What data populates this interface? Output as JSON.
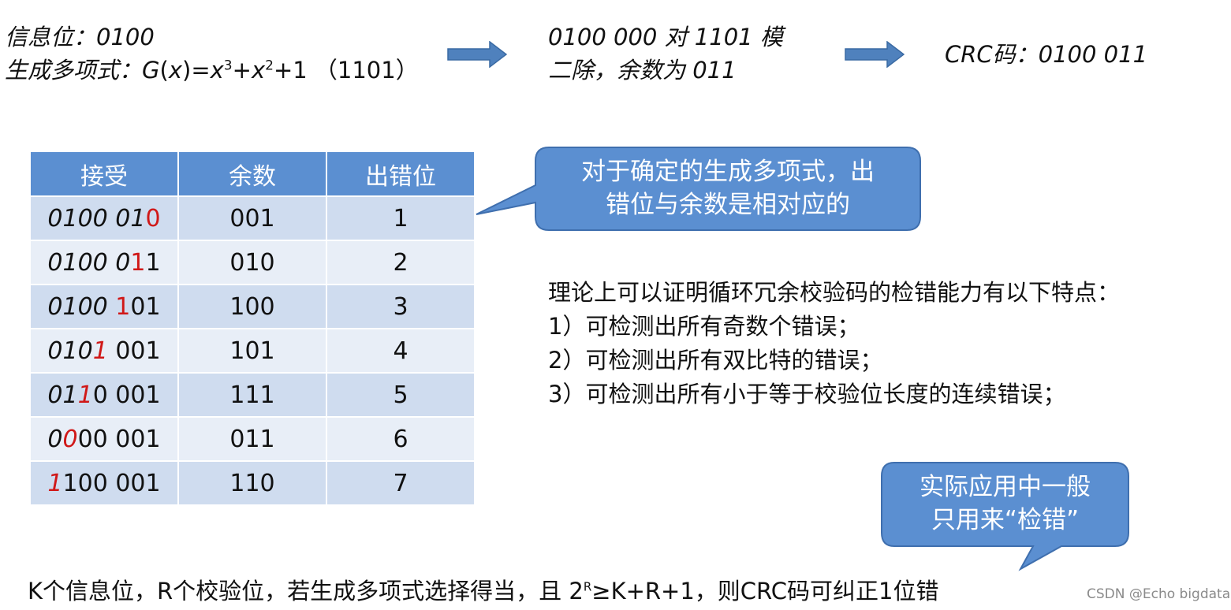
{
  "top": {
    "info_bits_label": "信息位：",
    "info_bits_value": "0100",
    "generator_label": "生成多项式：",
    "generator_g": "G",
    "generator_var": "x",
    "generator_exp3": "3",
    "generator_exp2": "2",
    "generator_binary": "（1101）",
    "step2_line1": "0100 000 对 1101 模",
    "step2_line2": "二除，余数为 011",
    "step3": "CRC码：0100 011"
  },
  "table": {
    "headers": [
      "接受",
      "余数",
      "出错位"
    ],
    "rows": [
      {
        "recv_head": "0100 01",
        "recv_err": "0",
        "recv_tail": "",
        "remainder": "001",
        "error_bit": "1"
      },
      {
        "recv_head": "0100 0",
        "recv_err": "1",
        "recv_tail": "1",
        "remainder": "010",
        "error_bit": "2"
      },
      {
        "recv_head": "0100 ",
        "recv_err": "1",
        "recv_tail": "01",
        "remainder": "100",
        "error_bit": "3"
      },
      {
        "recv_head": "010",
        "recv_err": "1",
        "recv_tail": " 001",
        "remainder": "101",
        "error_bit": "4"
      },
      {
        "recv_head": "01",
        "recv_err": "1",
        "recv_tail": "0 001",
        "remainder": "111",
        "error_bit": "5"
      },
      {
        "recv_head": "0",
        "recv_err": "0",
        "recv_tail": "00 001",
        "remainder": "011",
        "error_bit": "6"
      },
      {
        "recv_head": "",
        "recv_err": "1",
        "recv_tail": "100 001",
        "remainder": "110",
        "error_bit": "7"
      }
    ]
  },
  "callout1": {
    "line1": "对于确定的生成多项式，出",
    "line2": "错位与余数是相对应的"
  },
  "theory": {
    "intro": "理论上可以证明循环冗余校验码的检错能力有以下特点：",
    "items": [
      "1）可检测出所有奇数个错误；",
      "2）可检测出所有双比特的错误；",
      "3）可检测出所有小于等于校验位长度的连续错误；"
    ]
  },
  "callout2": {
    "line1": "实际应用中一般",
    "line2": "只用来“检错”"
  },
  "bottom": {
    "before": "K个信息位，R个校验位，若生成多项式选择得当，且 2",
    "sup": "R",
    "after": "≥K+R+1，则CRC码可纠正1位错"
  },
  "watermark": "CSDN @Echo bigdata",
  "colors": {
    "header_blue": "#5b8fd1",
    "row_dark": "#cfdcef",
    "row_light": "#e8eef7",
    "callout_blue": "#5b8fd1",
    "error_red": "#d01818",
    "arrow_blue": "#4f81bd"
  }
}
